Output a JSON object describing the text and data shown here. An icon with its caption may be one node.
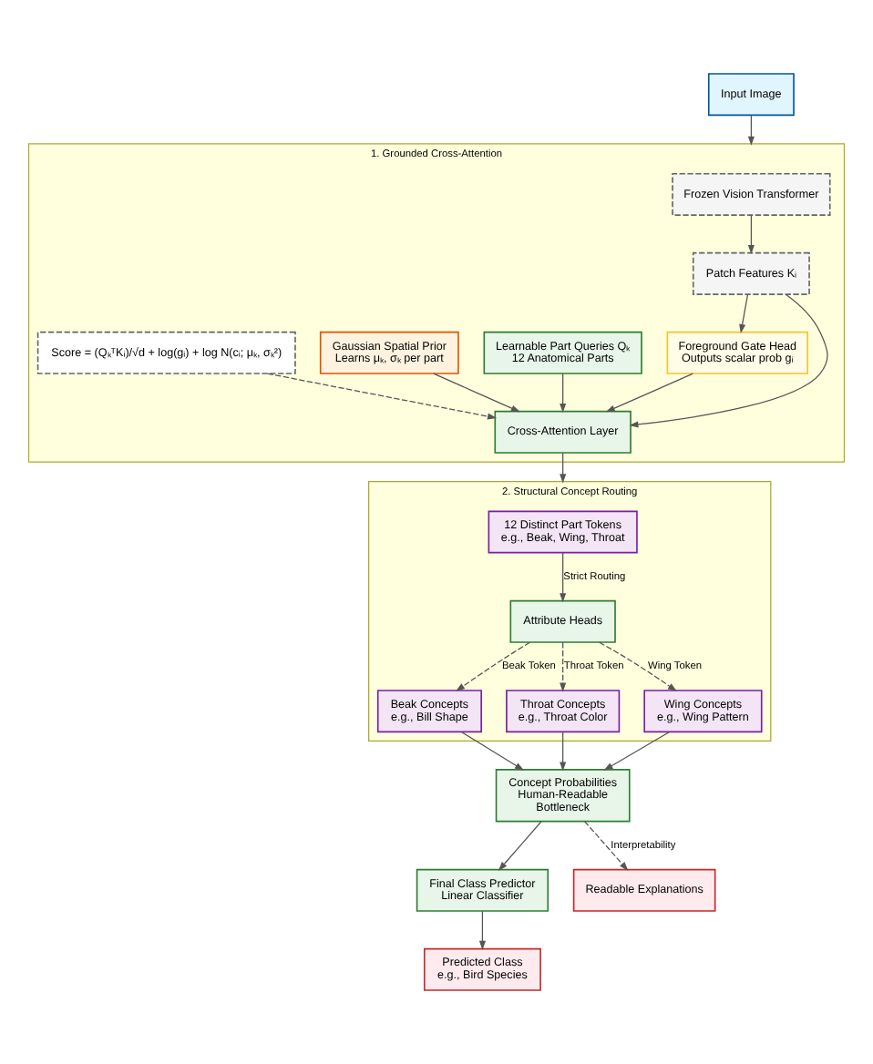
{
  "diagram": {
    "nodes": [
      {
        "text": [
          "Input Image"
        ]
      },
      {
        "text": [
          "1. Grounded Cross-Attention"
        ]
      },
      {
        "text": [
          "Frozen Vision Transformer"
        ],
        "in": 1
      },
      {
        "text": [
          "Patch Features Kᵢ"
        ],
        "in": 1
      },
      {
        "text": [
          "Foreground Gate Head",
          "Outputs scalar prob gᵢ"
        ],
        "in": 1
      },
      {
        "text": [
          "Learnable Part Queries Qₖ",
          "12 Anatomical Parts"
        ],
        "in": 1
      },
      {
        "text": [
          "Gaussian Spatial Prior",
          "Learns μₖ, σₖ per part"
        ],
        "in": 1
      },
      {
        "text": [
          "Score = (QₖᵀKᵢ)/√d + log(gᵢ) + log N(cᵢ; μₖ, σₖ²)"
        ],
        "in": 1
      },
      {
        "text": [
          "Cross-Attention Layer"
        ],
        "in": 1
      },
      {
        "text": [
          "2. Structural Concept Routing"
        ]
      },
      {
        "text": [
          "12 Distinct Part Tokens",
          "e.g., Beak, Wing, Throat"
        ],
        "in": 9
      },
      {
        "text": [
          "Attribute Heads"
        ],
        "in": 9
      },
      {
        "text": [
          "Beak Concepts",
          "e.g., Bill Shape"
        ],
        "in": 9
      },
      {
        "text": [
          "Throat Concepts",
          "e.g., Throat Color"
        ],
        "in": 9
      },
      {
        "text": [
          "Wing Concepts",
          "e.g., Wing Pattern"
        ],
        "in": 9
      },
      {
        "text": [
          "Concept Probabilities",
          "Human-Readable",
          "Bottleneck"
        ]
      },
      {
        "text": [
          "Final Class Predictor",
          "Linear Classifier"
        ]
      },
      {
        "text": [
          "Readable Explanations"
        ]
      },
      {
        "text": [
          "Predicted Class",
          "e.g., Bird Species"
        ]
      }
    ],
    "edges": [
      {
        "from": 0,
        "to": 1,
        "arrow": "to"
      },
      {
        "from": 2,
        "to": 3,
        "arrow": "to"
      },
      {
        "from": 3,
        "to": 4,
        "arrow": "to"
      },
      {
        "from": 3,
        "to": 8,
        "arrow": "to"
      },
      {
        "from": 4,
        "to": 8,
        "arrow": "to"
      },
      {
        "from": 5,
        "to": 8,
        "arrow": "to"
      },
      {
        "from": 6,
        "to": 8,
        "arrow": "to"
      },
      {
        "from": 7,
        "to": 8,
        "arrow": "to",
        "style": "dashed"
      },
      {
        "from": 8,
        "to": 9,
        "arrow": "to"
      },
      {
        "from": 10,
        "to": 11,
        "arrow": "to",
        "label": "Strict Routing"
      },
      {
        "from": 11,
        "to": 12,
        "arrow": "to",
        "label": "Beak Token",
        "style": "dashed"
      },
      {
        "from": 11,
        "to": 13,
        "arrow": "to",
        "label": "Throat Token",
        "style": "dashed"
      },
      {
        "from": 11,
        "to": 14,
        "arrow": "to",
        "label": "Wing Token",
        "style": "dashed"
      },
      {
        "from": 12,
        "to": 15,
        "arrow": "to"
      },
      {
        "from": 13,
        "to": 15,
        "arrow": "to"
      },
      {
        "from": 14,
        "to": 15,
        "arrow": "to"
      },
      {
        "from": 15,
        "to": 16,
        "arrow": "to"
      },
      {
        "from": 15,
        "to": 17,
        "arrow": "to",
        "label": "Interpretability",
        "style": "dashed"
      },
      {
        "from": 16,
        "to": 18,
        "arrow": "to"
      }
    ]
  }
}
